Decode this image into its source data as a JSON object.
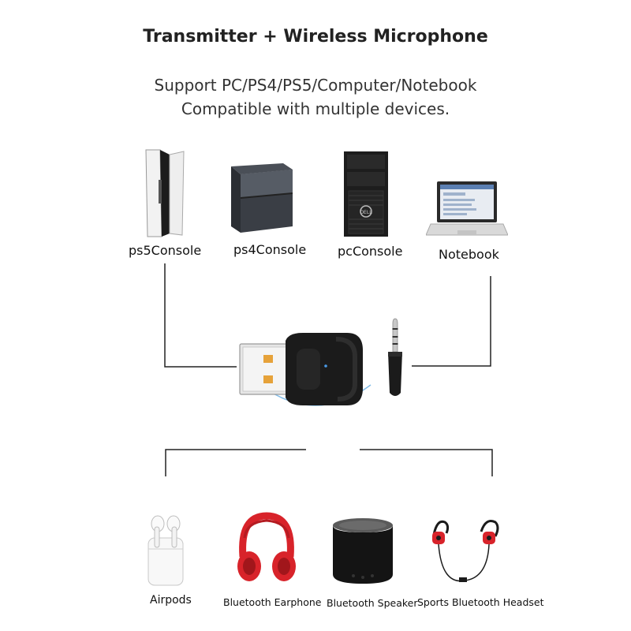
{
  "header": {
    "title": "Transmitter + Wireless Microphone",
    "subtitle_line1": "Support PC/PS4/PS5/Computer/Notebook",
    "subtitle_line2": "Compatible with multiple devices."
  },
  "top_devices": [
    {
      "label": "ps5Console"
    },
    {
      "label": "ps4Console"
    },
    {
      "label": "pcConsole"
    },
    {
      "label": "Notebook"
    }
  ],
  "bottom_devices": [
    {
      "label": "Airpods"
    },
    {
      "label": "Bluetooth Earphone"
    },
    {
      "label": "Bluetooth Speaker"
    },
    {
      "label": "Sports Bluetooth Headset"
    }
  ],
  "colors": {
    "headphone_red": "#d8232a",
    "signal_blue": "#5aa8e6",
    "line": "#222222"
  }
}
